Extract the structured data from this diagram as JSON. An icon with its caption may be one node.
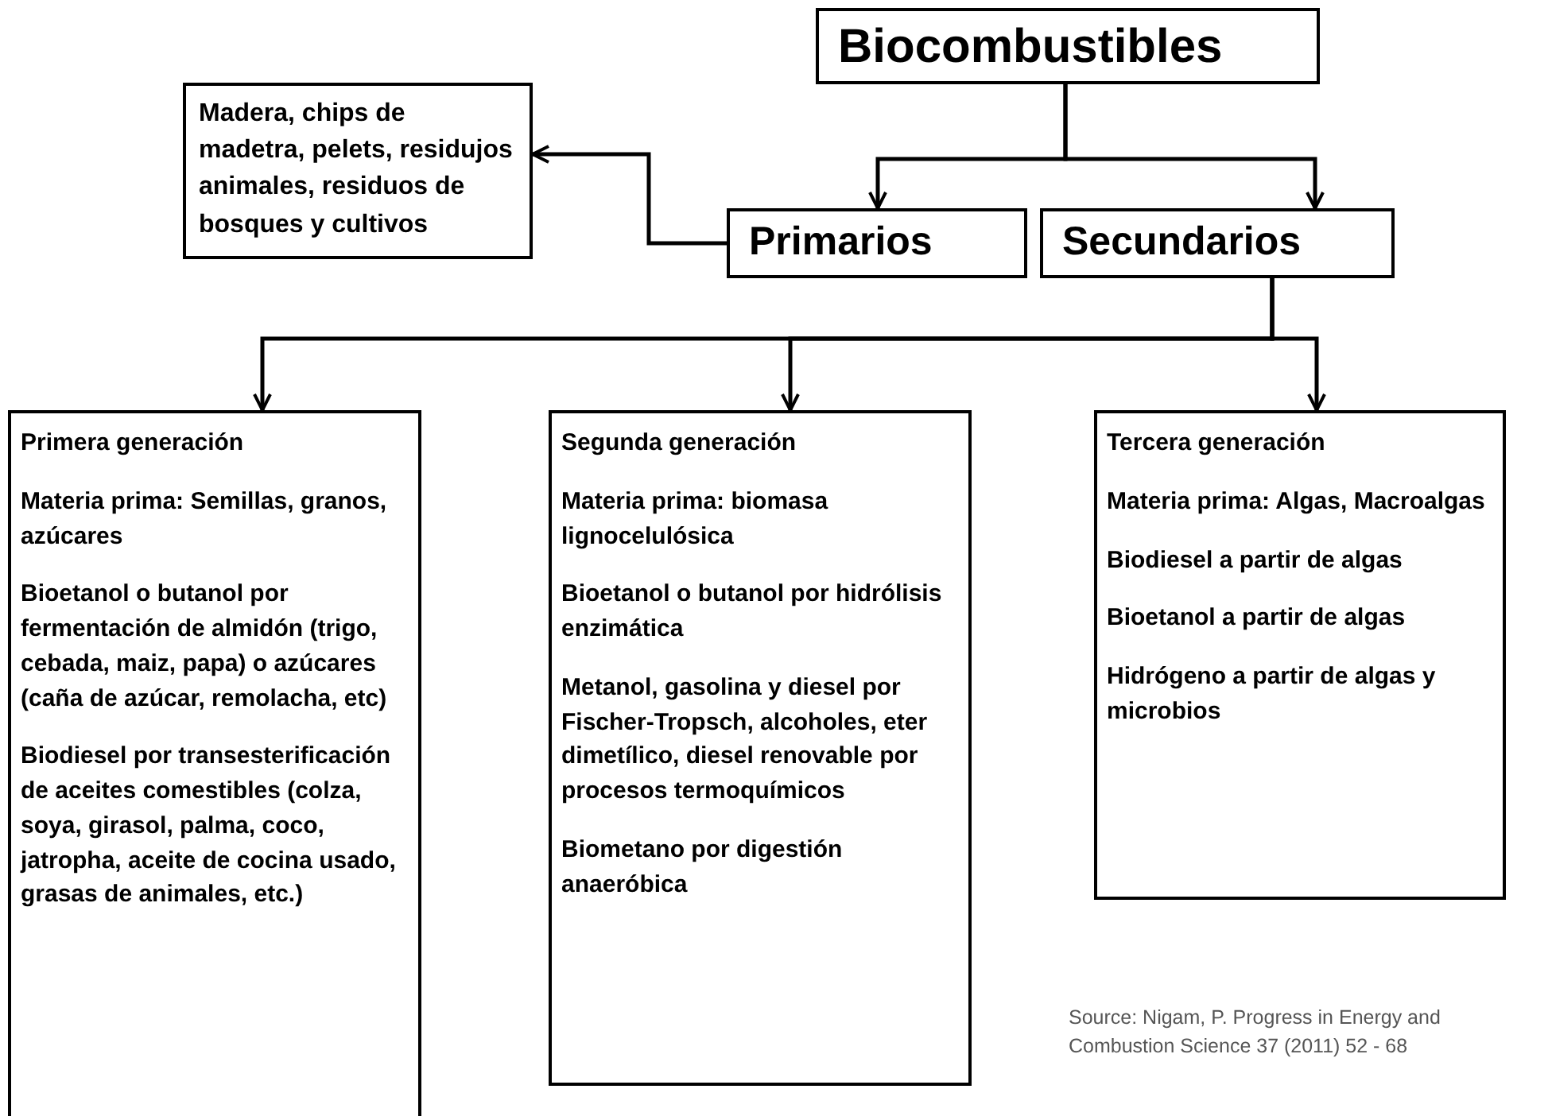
{
  "diagram": {
    "nodes": [
      {
        "text": [
          "Biocombustibles"
        ]
      },
      {
        "text": [
          "Madera, chips de madetra, pelets, residujos animales, residuos de bosques y cultivos"
        ]
      },
      {
        "text": [
          "Primarios"
        ]
      },
      {
        "text": [
          "Secundarios"
        ]
      },
      {
        "text": [
          "Primera generación",
          "Materia prima: Semillas, granos, azúcares",
          "Bioetanol o butanol por fermentación de almidón (trigo, cebada, maiz, papa) o azúcares (caña de azúcar, remolacha, etc)",
          "Biodiesel por transesterificación de aceites comestibles (colza, soya, girasol, palma, coco, jatropha, aceite de cocina usado, grasas de animales, etc.)"
        ]
      },
      {
        "text": [
          "Segunda generación",
          "Materia prima: biomasa lignocelulósica",
          "Bioetanol o butanol por hidrólisis enzimática",
          "Metanol, gasolina y diesel por  Fischer-Tropsch, alcoholes, eter dimetílico, diesel renovable por procesos termoquímicos",
          "Biometano por digestión anaeróbica"
        ]
      },
      {
        "text": [
          "Tercera generación",
          "Materia prima: Algas, Macroalgas",
          "Biodiesel a partir de algas",
          "Bioetanol a partir de algas",
          "Hidrógeno a partir de algas y microbios"
        ]
      }
    ],
    "edges": [
      {
        "from": 0,
        "to": 2,
        "arrow": "to"
      },
      {
        "from": 0,
        "to": 3,
        "arrow": "to"
      },
      {
        "from": 2,
        "to": 1,
        "arrow": "to"
      },
      {
        "from": 3,
        "to": 4,
        "arrow": "to"
      },
      {
        "from": 3,
        "to": 5,
        "arrow": "to"
      },
      {
        "from": 3,
        "to": 6,
        "arrow": "to"
      }
    ],
    "labels": [
      "Source: Nigam, P. Progress in Energy and Combustion Science 37 (2011) 52 - 68"
    ]
  }
}
